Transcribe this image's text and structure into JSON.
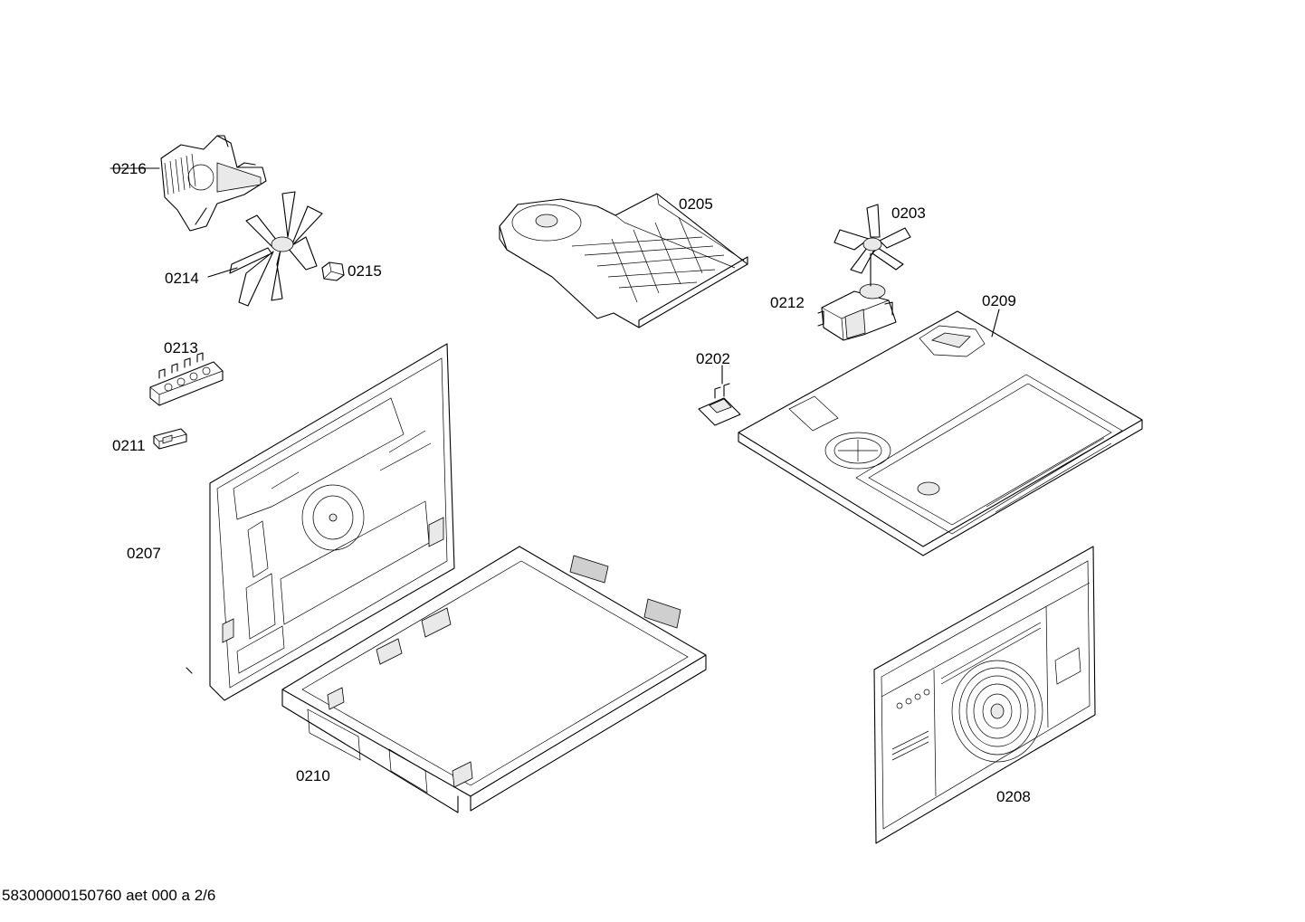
{
  "diagram": {
    "parts": [
      {
        "id": "0216",
        "name": "fan-motor"
      },
      {
        "id": "0214",
        "name": "fan-impeller"
      },
      {
        "id": "0215",
        "name": "fan-nut"
      },
      {
        "id": "0213",
        "name": "terminal-block"
      },
      {
        "id": "0211",
        "name": "connector"
      },
      {
        "id": "0207",
        "name": "rear-panel"
      },
      {
        "id": "0210",
        "name": "bottom-tray"
      },
      {
        "id": "0205",
        "name": "cooling-fan-housing"
      },
      {
        "id": "0203",
        "name": "cooling-fan-blade"
      },
      {
        "id": "0212",
        "name": "cooling-fan-motor"
      },
      {
        "id": "0209",
        "name": "top-cover-plate"
      },
      {
        "id": "0202",
        "name": "thermostat"
      },
      {
        "id": "0208",
        "name": "inner-back-panel"
      }
    ],
    "footer": "58300000150760 aet 000 a 2/6"
  }
}
